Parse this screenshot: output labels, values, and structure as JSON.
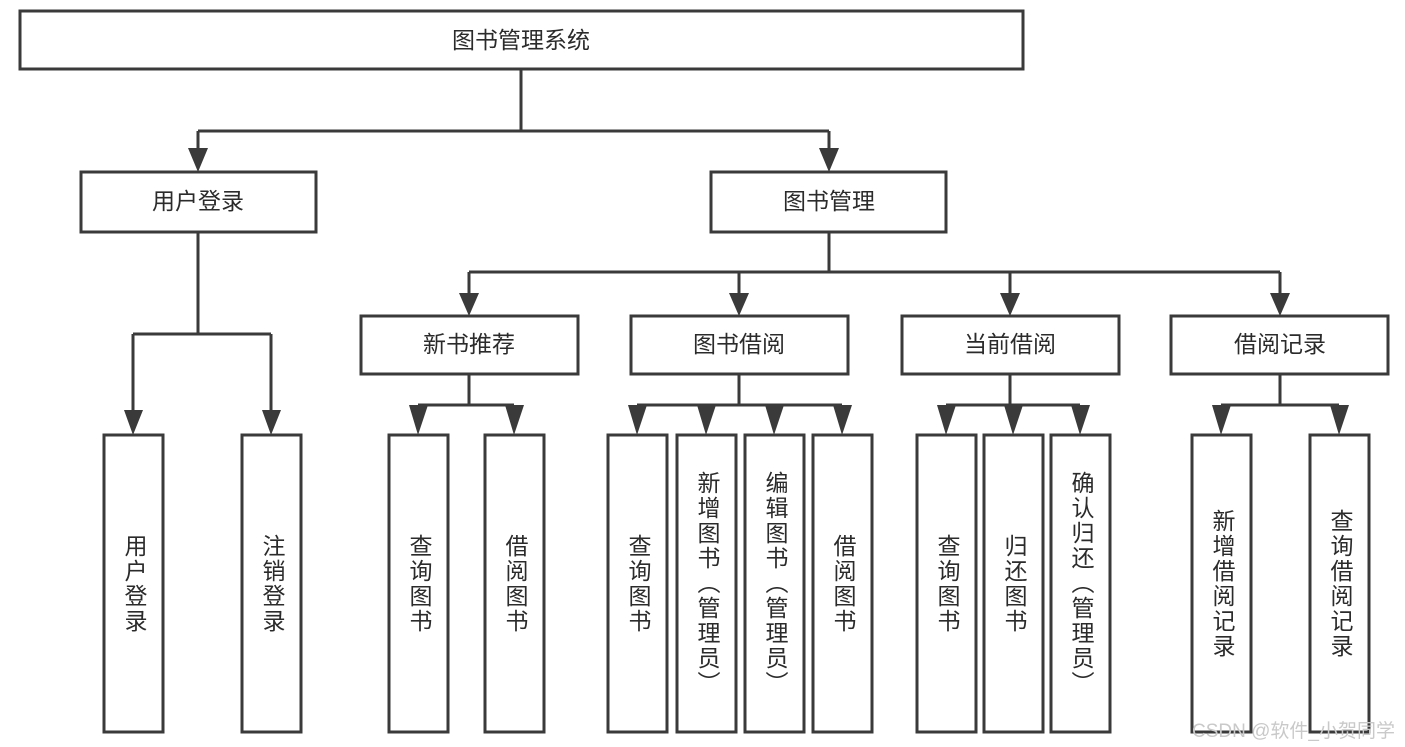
{
  "diagram": {
    "type": "tree-hierarchy",
    "title": "图书管理系统",
    "root": {
      "id": "root",
      "label": "图书管理系统",
      "orientation": "horizontal"
    },
    "level2": [
      {
        "id": "user-login",
        "label": "用户登录",
        "orientation": "horizontal"
      },
      {
        "id": "book-management",
        "label": "图书管理",
        "orientation": "horizontal"
      }
    ],
    "level3": [
      {
        "id": "new-book-recommend",
        "label": "新书推荐",
        "orientation": "horizontal",
        "parent": "book-management"
      },
      {
        "id": "book-borrow",
        "label": "图书借阅",
        "orientation": "horizontal",
        "parent": "book-management"
      },
      {
        "id": "current-borrow",
        "label": "当前借阅",
        "orientation": "horizontal",
        "parent": "book-management"
      },
      {
        "id": "borrow-record",
        "label": "借阅记录",
        "orientation": "horizontal",
        "parent": "book-management"
      }
    ],
    "leaves": [
      {
        "id": "leaf-user-login",
        "label": "用户登录",
        "orientation": "vertical",
        "parent": "user-login"
      },
      {
        "id": "leaf-user-logout",
        "label": "注销登录",
        "orientation": "vertical",
        "parent": "user-login"
      },
      {
        "id": "leaf-query-book-1",
        "label": "查询图书",
        "orientation": "vertical",
        "parent": "new-book-recommend"
      },
      {
        "id": "leaf-borrow-book-1",
        "label": "借阅图书",
        "orientation": "vertical",
        "parent": "new-book-recommend"
      },
      {
        "id": "leaf-query-book-2",
        "label": "查询图书",
        "orientation": "vertical",
        "parent": "book-borrow"
      },
      {
        "id": "leaf-add-book",
        "label": "新增图书（管理员）",
        "orientation": "vertical",
        "parent": "book-borrow"
      },
      {
        "id": "leaf-edit-book",
        "label": "编辑图书（管理员）",
        "orientation": "vertical",
        "parent": "book-borrow"
      },
      {
        "id": "leaf-borrow-book-2",
        "label": "借阅图书",
        "orientation": "vertical",
        "parent": "book-borrow"
      },
      {
        "id": "leaf-query-book-3",
        "label": "查询图书",
        "orientation": "vertical",
        "parent": "current-borrow"
      },
      {
        "id": "leaf-return-book",
        "label": "归还图书",
        "orientation": "vertical",
        "parent": "current-borrow"
      },
      {
        "id": "leaf-confirm-return",
        "label": "确认归还（管理员）",
        "orientation": "vertical",
        "parent": "current-borrow"
      },
      {
        "id": "leaf-add-record",
        "label": "新增借阅记录",
        "orientation": "vertical",
        "parent": "borrow-record"
      },
      {
        "id": "leaf-query-record",
        "label": "查询借阅记录",
        "orientation": "vertical",
        "parent": "borrow-record"
      }
    ],
    "colors": {
      "stroke": "#3a3a3a",
      "fill": "#ffffff",
      "text": "#2b2b2b",
      "watermark": "#c9c9c9",
      "background": "#ffffff"
    }
  },
  "watermark": {
    "text": "CSDN @软件_小贺同学"
  }
}
